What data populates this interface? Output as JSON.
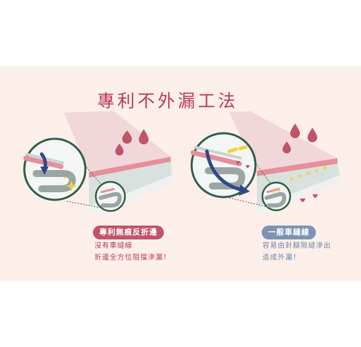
{
  "title": "專利不外漏工法",
  "left_panel": {
    "badge": "專利無痕反折邊",
    "lines": [
      "沒有車縫線",
      "折邊全方位阻擋滲漏！"
    ]
  },
  "right_panel": {
    "badge": "一般車縫線",
    "lines": [
      "容易由針腳隙縫滲出",
      "造成外漏！"
    ]
  },
  "colors": {
    "background_band": "#fcefe9",
    "accent_red": "#b83a52",
    "badge_red": "#c05468",
    "badge_blue": "#7d93b4",
    "circle_green": "#2f5e46",
    "arrow_navy": "#2e4a86",
    "stitch_yellow": "#f2d23a"
  }
}
